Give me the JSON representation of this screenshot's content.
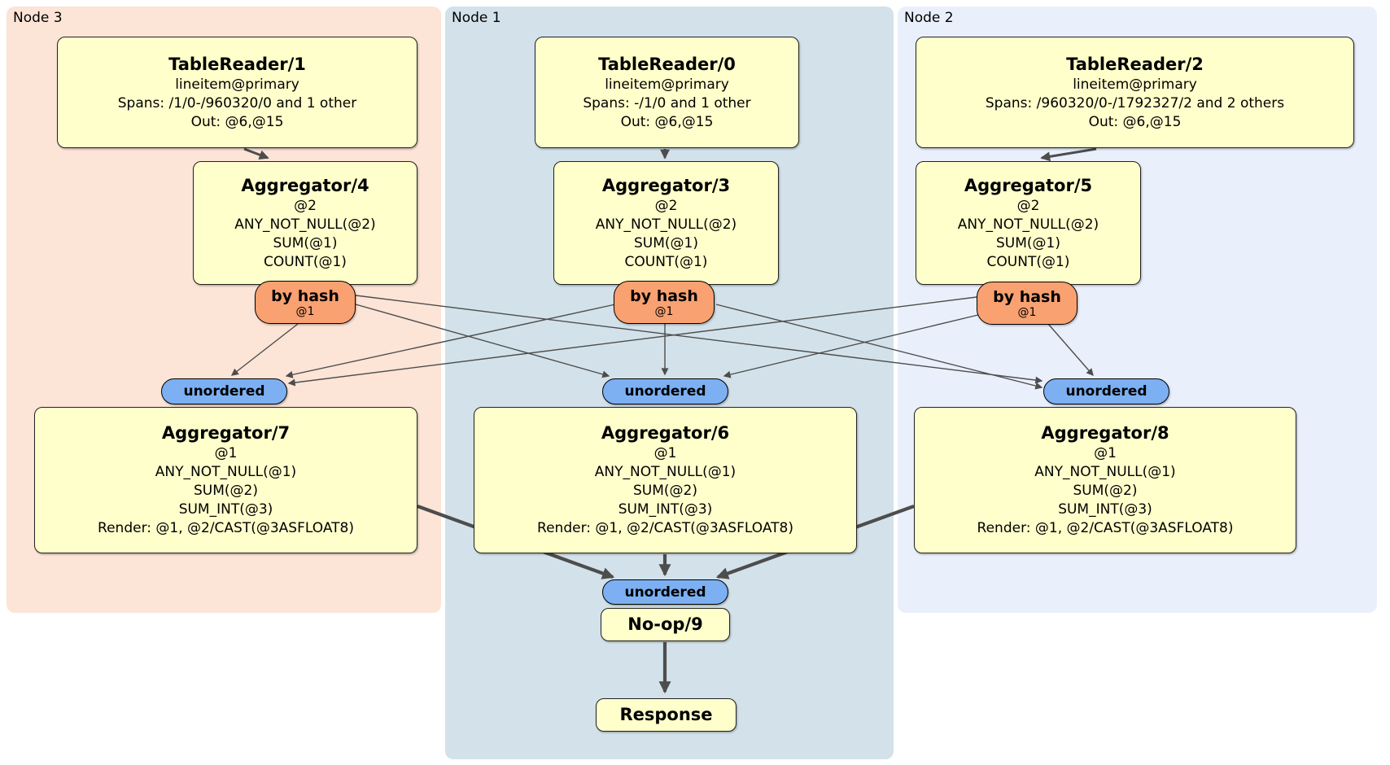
{
  "colors": {
    "node3_bg": "#fce4d7",
    "node1_bg": "#d3e2ea",
    "node2_bg": "#eaf0fb",
    "processor_fill": "#ffffcc",
    "processor_border": "#222222",
    "router_fill": "#f9a171",
    "sync_fill": "#7cb0f2",
    "edge": "#4d4d4d"
  },
  "nodes": {
    "node3": {
      "label": "Node 3",
      "table_reader": {
        "title": "TableReader/1",
        "lines": [
          "lineitem@primary",
          "Spans: /1/0-/960320/0 and 1 other",
          "Out: @6,@15"
        ]
      },
      "stage1_aggregator": {
        "title": "Aggregator/4",
        "lines": [
          "@2",
          "ANY_NOT_NULL(@2)",
          "SUM(@1)",
          "COUNT(@1)"
        ]
      },
      "hash_router": {
        "label": "by hash",
        "key": "@1"
      },
      "sync": {
        "label": "unordered"
      },
      "stage2_aggregator": {
        "title": "Aggregator/7",
        "lines": [
          "@1",
          "ANY_NOT_NULL(@1)",
          "SUM(@2)",
          "SUM_INT(@3)",
          "Render: @1, @2/CAST(@3ASFLOAT8)"
        ]
      }
    },
    "node1": {
      "label": "Node 1",
      "table_reader": {
        "title": "TableReader/0",
        "lines": [
          "lineitem@primary",
          "Spans: -/1/0 and 1 other",
          "Out: @6,@15"
        ]
      },
      "stage1_aggregator": {
        "title": "Aggregator/3",
        "lines": [
          "@2",
          "ANY_NOT_NULL(@2)",
          "SUM(@1)",
          "COUNT(@1)"
        ]
      },
      "hash_router": {
        "label": "by hash",
        "key": "@1"
      },
      "sync": {
        "label": "unordered"
      },
      "stage2_aggregator": {
        "title": "Aggregator/6",
        "lines": [
          "@1",
          "ANY_NOT_NULL(@1)",
          "SUM(@2)",
          "SUM_INT(@3)",
          "Render: @1, @2/CAST(@3ASFLOAT8)"
        ]
      },
      "final_sync": {
        "label": "unordered"
      },
      "noop": {
        "title": "No-op/9"
      },
      "response": {
        "title": "Response"
      }
    },
    "node2": {
      "label": "Node 2",
      "table_reader": {
        "title": "TableReader/2",
        "lines": [
          "lineitem@primary",
          "Spans: /960320/0-/1792327/2 and 2 others",
          "Out: @6,@15"
        ]
      },
      "stage1_aggregator": {
        "title": "Aggregator/5",
        "lines": [
          "@2",
          "ANY_NOT_NULL(@2)",
          "SUM(@1)",
          "COUNT(@1)"
        ]
      },
      "hash_router": {
        "label": "by hash",
        "key": "@1"
      },
      "sync": {
        "label": "unordered"
      },
      "stage2_aggregator": {
        "title": "Aggregator/8",
        "lines": [
          "@1",
          "ANY_NOT_NULL(@1)",
          "SUM(@2)",
          "SUM_INT(@3)",
          "Render: @1, @2/CAST(@3ASFLOAT8)"
        ]
      }
    }
  }
}
